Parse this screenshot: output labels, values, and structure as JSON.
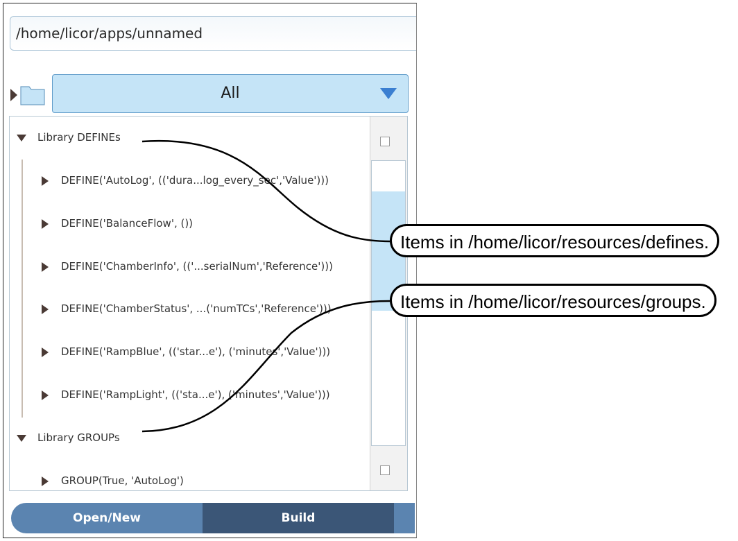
{
  "path_field": {
    "value": "/home/licor/apps/unnamed"
  },
  "filter_dropdown": {
    "selected": "All"
  },
  "tree": {
    "groups": [
      {
        "label": "Library DEFINEs",
        "items": [
          "DEFINE('AutoLog', (('dura...log_every_sec','Value')))",
          "DEFINE('BalanceFlow', ())",
          "DEFINE('ChamberInfo', (('...serialNum','Reference')))",
          "DEFINE('ChamberStatus', ...('numTCs','Reference')))",
          "DEFINE('RampBlue', (('star...e'), ('minutes','Value')))",
          "DEFINE('RampLight', (('sta...e'), ('minutes','Value')))"
        ]
      },
      {
        "label": "Library GROUPs",
        "items": [
          "GROUP(True, 'AutoLog')"
        ]
      }
    ]
  },
  "tabs": {
    "open_new": "Open/New",
    "build": "Build"
  },
  "callouts": {
    "defines": "Items in /home/licor/resources/defines.",
    "groups": "Items in /home/licor/resources/groups."
  },
  "colors": {
    "accent": "#c5e4f7",
    "dropdown_arrow": "#3b7fd1",
    "tab_active": "#3b5677",
    "tab_inactive": "#5b84b0"
  },
  "icons": [
    "expander-triangle-icon",
    "folder-icon",
    "chevron-down-icon"
  ]
}
